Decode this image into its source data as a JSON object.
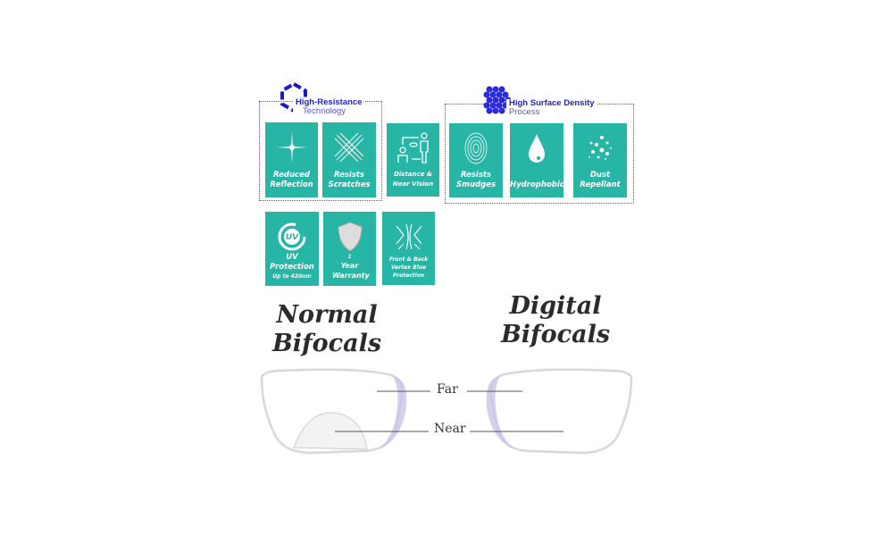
{
  "groups": {
    "high_resistance": {
      "title": "High-Resistance",
      "subtitle": "Technology"
    },
    "surface_density": {
      "title": "High Surface Density",
      "subtitle": "Process"
    }
  },
  "tiles": [
    {
      "label": "Reduced Reflection",
      "icon": "sparkle-icon"
    },
    {
      "label": "Resists Scratches",
      "icon": "scratches-icon"
    },
    {
      "label": "Distance & Near Vision",
      "icon": "vision-people-icon"
    },
    {
      "label": "Resists Smudges",
      "icon": "fingerprint-icon"
    },
    {
      "label": "Hydrophobic",
      "icon": "water-drop-icon"
    },
    {
      "label": "Dust Repellant",
      "icon": "dust-icon"
    },
    {
      "label": "UV Protection",
      "sub": "Up to 420nm",
      "icon": "uv-icon",
      "icon_text": "UV"
    },
    {
      "label": "Year Warranty",
      "num": "1",
      "icon": "shield-icon"
    },
    {
      "label": "Front & Back Vertex Blue Protection",
      "icon": "vertex-icon"
    }
  ],
  "normal": {
    "line1": "Normal",
    "line2": "Bifocals"
  },
  "digital": {
    "line1": "Digital",
    "line2": "Bifocals"
  },
  "labels": {
    "far": "Far",
    "near": "Near"
  },
  "colors": {
    "teal": "#27b5a6",
    "accent": "#2222cc"
  }
}
